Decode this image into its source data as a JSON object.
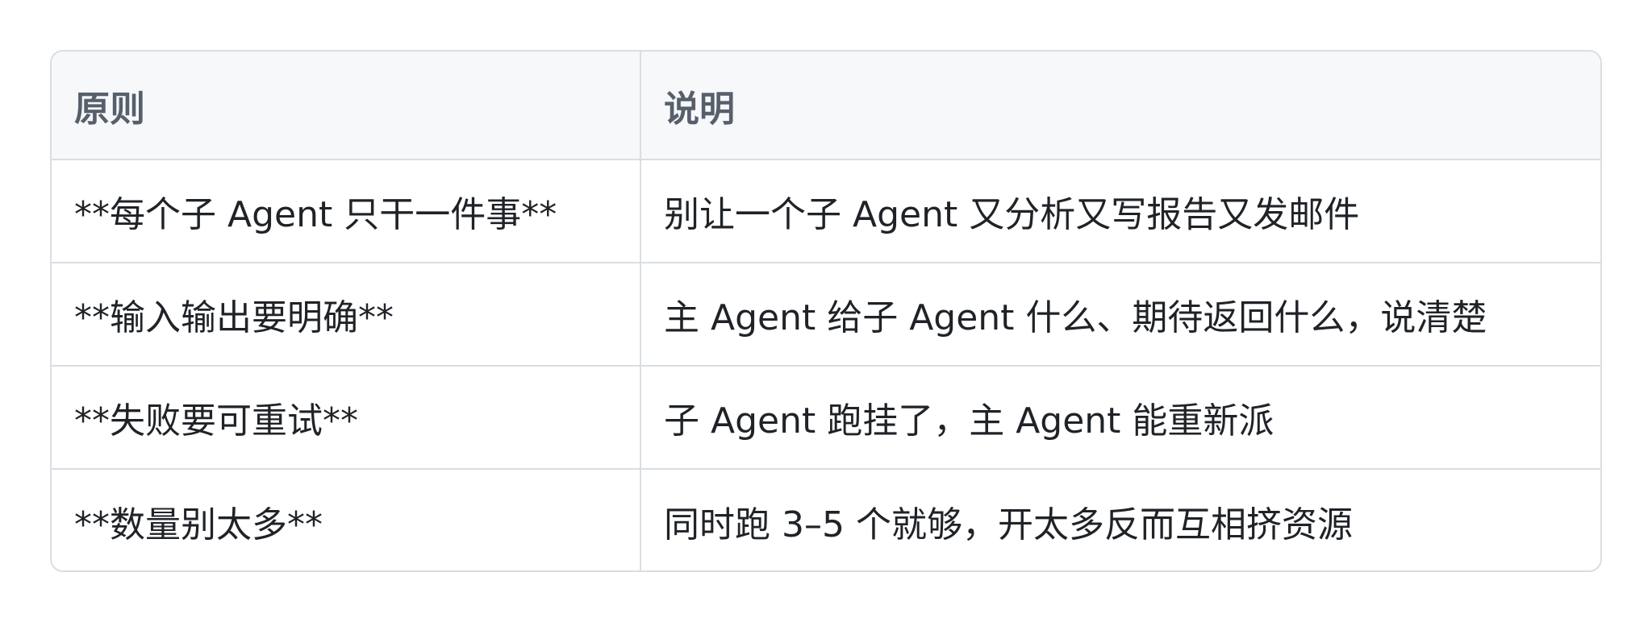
{
  "table": {
    "headers": [
      "原则",
      "说明"
    ],
    "rows": [
      [
        "**每个子 Agent 只干一件事**",
        "别让一个子 Agent 又分析又写报告又发邮件"
      ],
      [
        "**输入输出要明确**",
        "主 Agent 给子 Agent 什么、期待返回什么，说清楚"
      ],
      [
        "**失败要可重试**",
        "子 Agent 跑挂了，主 Agent 能重新派"
      ],
      [
        "**数量别太多**",
        "同时跑 3–5 个就够，开太多反而互相挤资源"
      ]
    ]
  }
}
